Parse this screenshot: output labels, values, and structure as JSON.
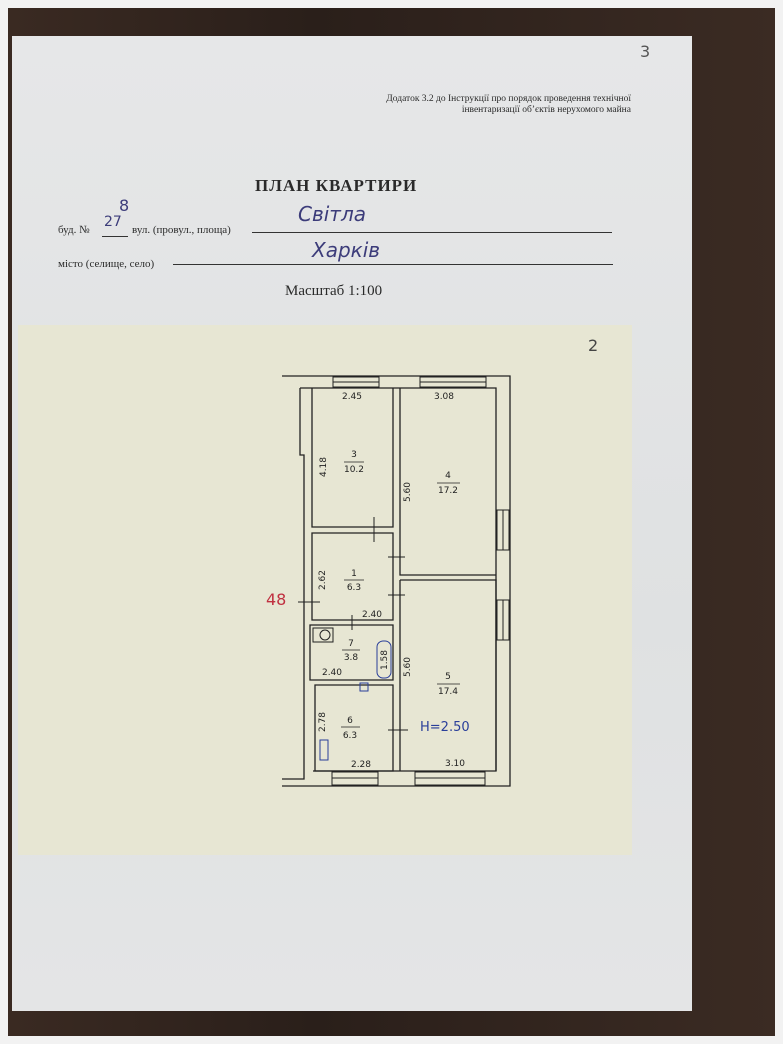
{
  "page_number": "3",
  "sheet_number": "2",
  "appendix_note": [
    "Додаток 3.2 до Інструкції про порядок проведення технічної",
    "інвентаризації об’єктів нерухомого майна"
  ],
  "title": "ПЛАН КВАРТИРИ",
  "building_label": "буд. №",
  "building_number": "27",
  "building_suffix": "8",
  "street_label": "вул. (провул., площа)",
  "street_value": "Світла",
  "city_label": "місто (селище, село)",
  "city_value": "Харків",
  "scale": "Масштаб 1:100",
  "side_mark": "48",
  "ceiling_height": "H=2.50",
  "rooms": [
    {
      "number": "3",
      "area": "10.2",
      "width": "2.45",
      "length": "4.18"
    },
    {
      "number": "4",
      "area": "17.2",
      "width": "3.08",
      "length": "5.60"
    },
    {
      "number": "1",
      "area": "6.3",
      "width": "2.40",
      "length": "2.62"
    },
    {
      "number": "7",
      "area": "3.8",
      "width": "2.40",
      "length": "1.58"
    },
    {
      "number": "5",
      "area": "17.4",
      "width": "3.10",
      "length": "5.60"
    },
    {
      "number": "6",
      "area": "6.3",
      "width": "2.28",
      "length": "2.78"
    }
  ]
}
